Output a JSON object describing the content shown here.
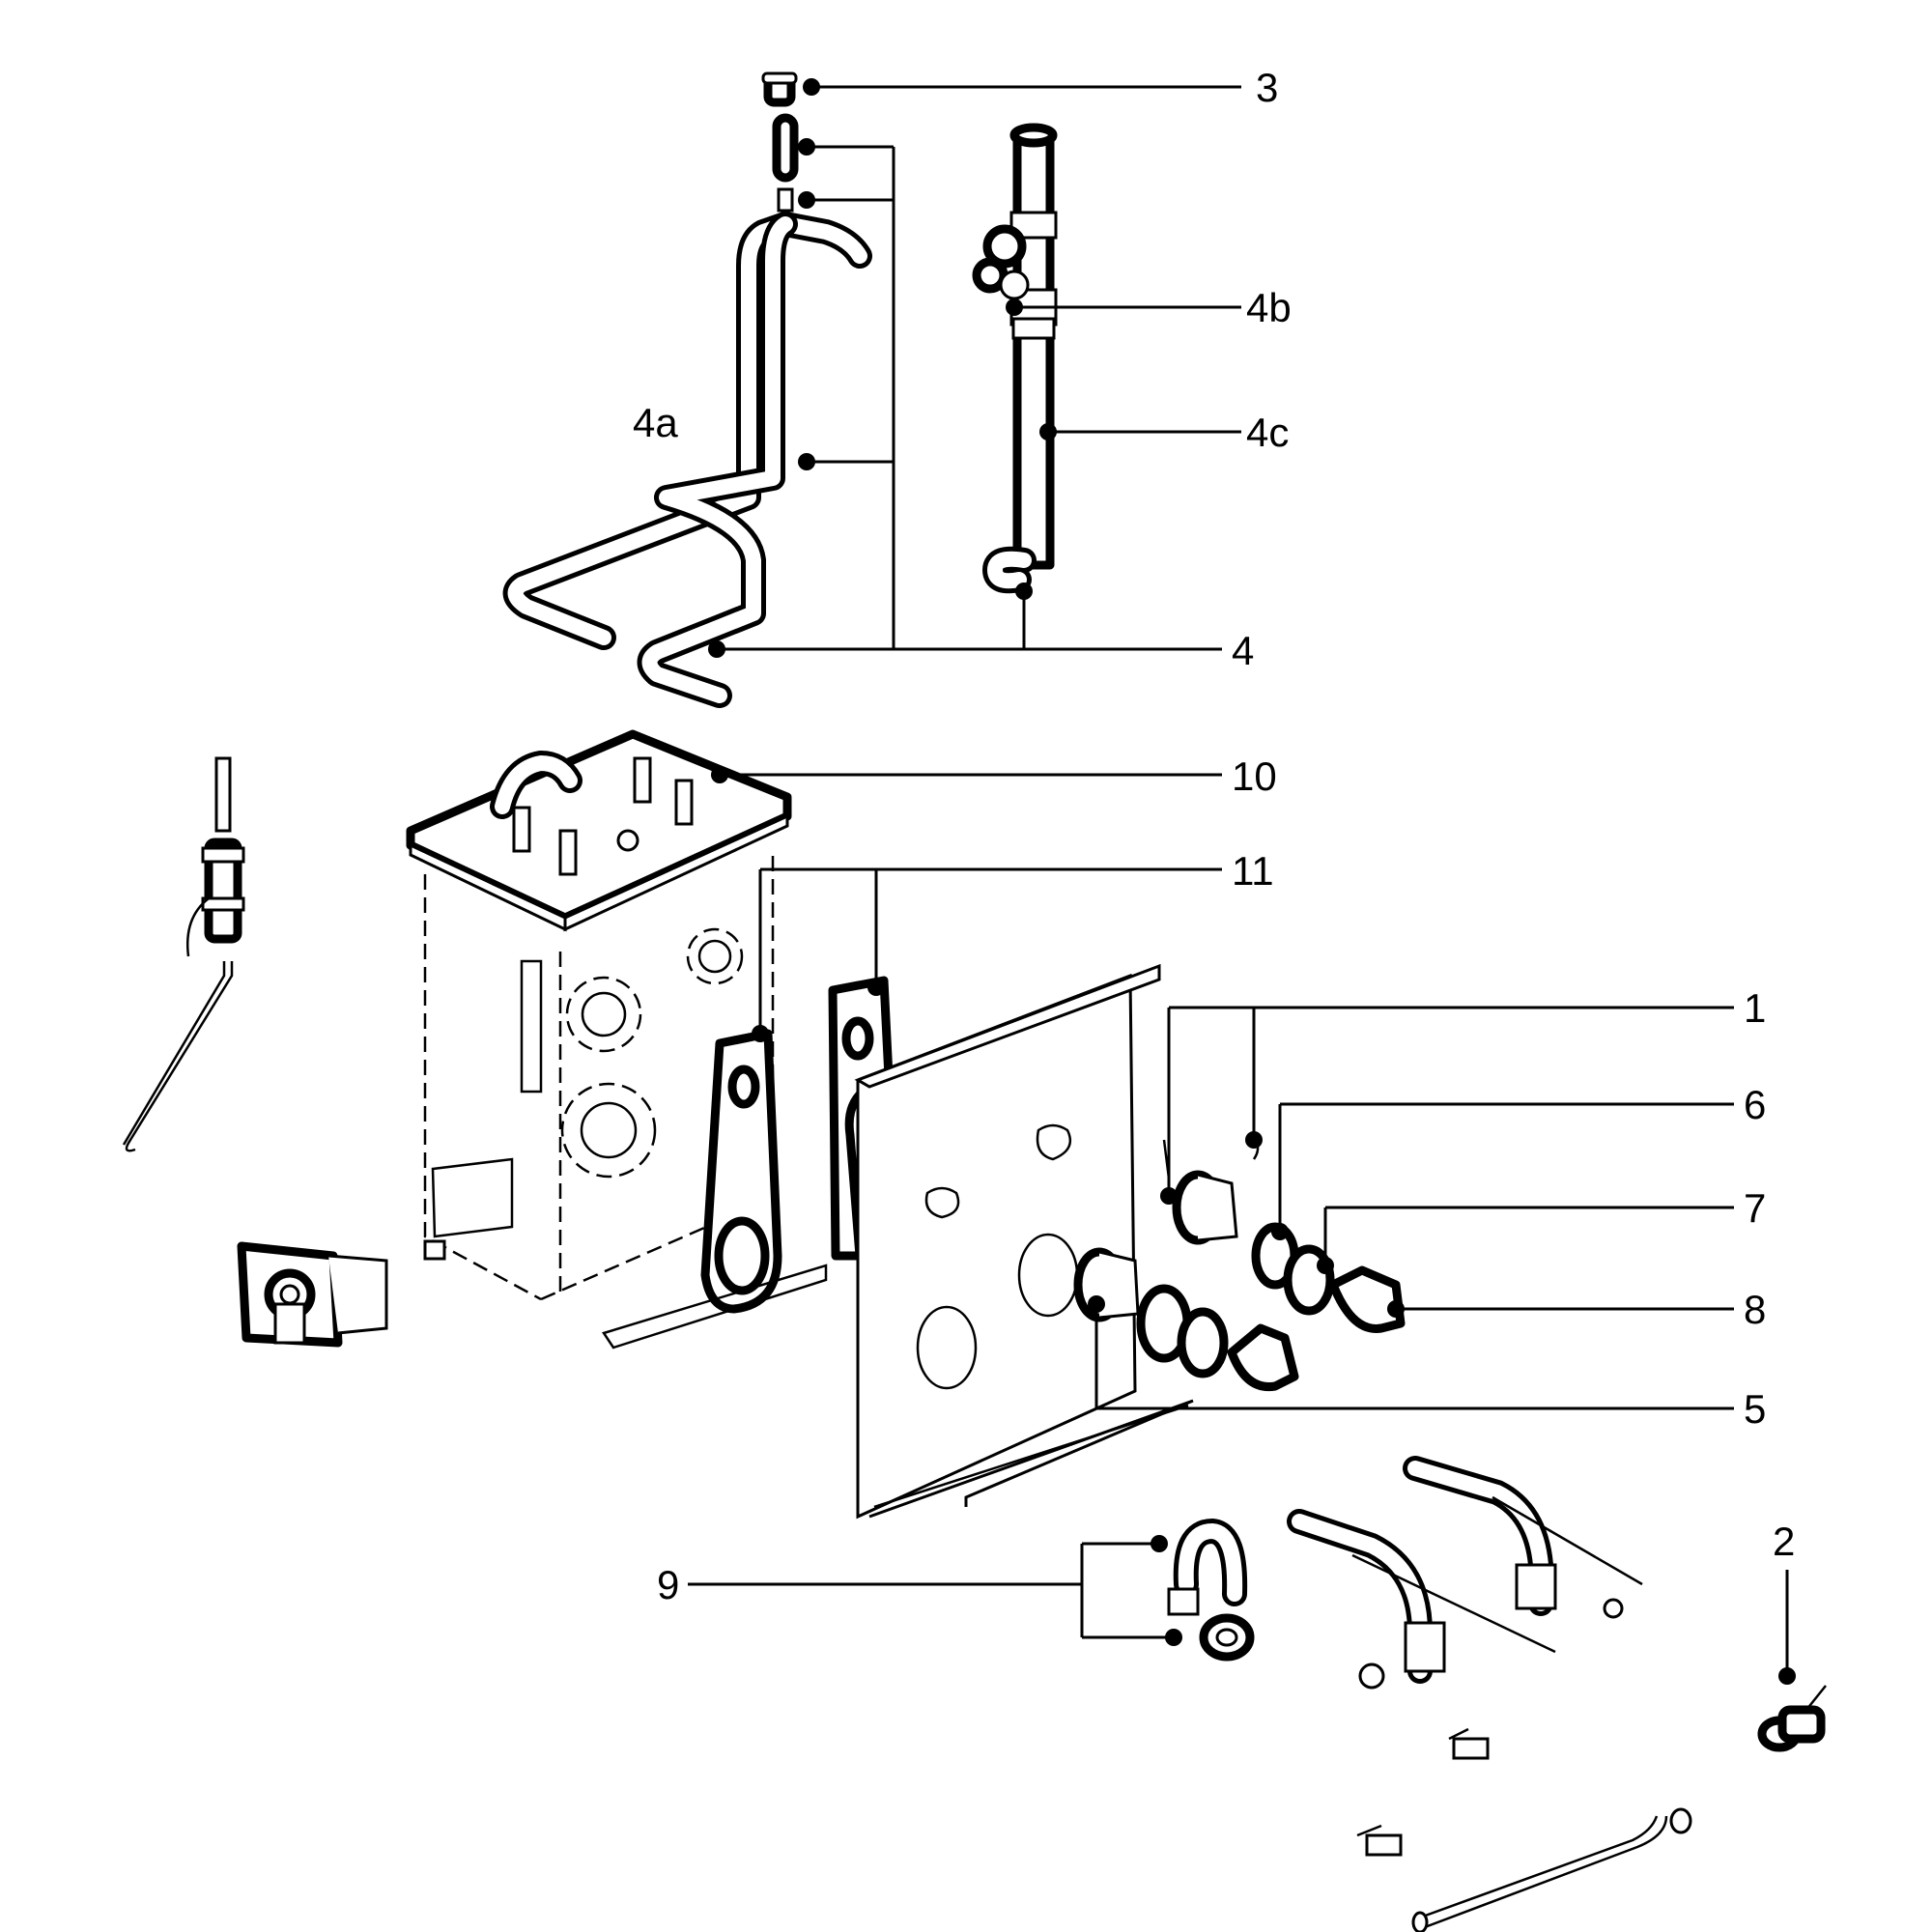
{
  "labels": {
    "l1": "1",
    "l2": "2",
    "l3": "3",
    "l4": "4",
    "l4a": "4a",
    "l4b": "4b",
    "l4c": "4c",
    "l5": "5",
    "l6": "6",
    "l7": "7",
    "l8": "8",
    "l9": "9",
    "l10": "10",
    "l11": "11"
  }
}
